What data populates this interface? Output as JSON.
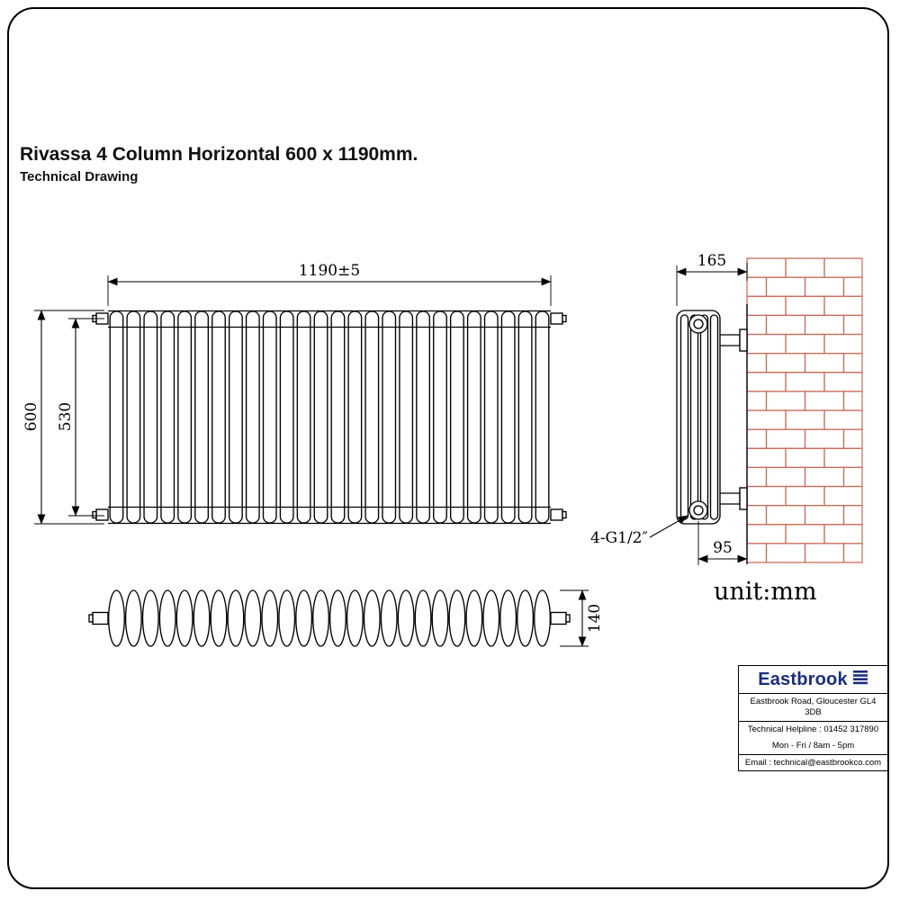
{
  "title": "Rivassa 4 Column Horizontal 600 x 1190mm.",
  "subtitle": "Technical Drawing",
  "unit": "unit:mm",
  "dims": {
    "width": "1190±5",
    "height": "600",
    "centers": "530",
    "depth": "165",
    "wall_distance": "95",
    "plan_depth": "140",
    "connection": "4-G1/2″"
  },
  "drawing": {
    "front_column_count": 26,
    "plan_section_count": 26,
    "brick_rows": 16,
    "colors": {
      "line": "#000000",
      "brick": "#c96a58",
      "brand": "#1a2e80"
    }
  },
  "icons": {
    "brand_logo": "eastbrook-stripes-icon"
  },
  "footer": {
    "brand": "Eastbrook",
    "address": "Eastbrook Road, Gloucester GL4 3DB",
    "helpline": "Technical Helpline : 01452 317890",
    "hours": "Mon - Fri / 8am - 5pm",
    "email": "Email : technical@eastbrookco.com"
  }
}
